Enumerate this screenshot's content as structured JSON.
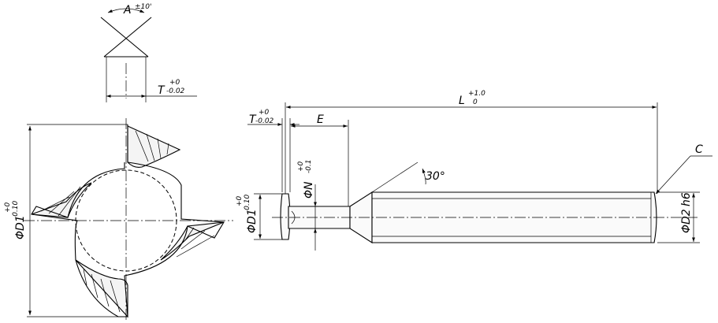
{
  "angle_dim": {
    "label": "A",
    "tol": "±10'"
  },
  "t_dim_top": {
    "label": "T",
    "tol_upper": "+0",
    "tol_lower": "-0.02"
  },
  "d1_front": {
    "label": "ΦD1",
    "tol_upper": "+0",
    "tol_lower": "-0.10"
  },
  "length_dim": {
    "label": "L",
    "tol_upper": "+1.0",
    "tol_lower": "0"
  },
  "t_dim_side": {
    "label": "T",
    "tol_upper": "+0",
    "tol_lower": "-0.02"
  },
  "e_dim": {
    "label": "E"
  },
  "n_dim": {
    "label": "ΦN",
    "tol_upper": "+0",
    "tol_lower": "-0.1"
  },
  "angle_30": {
    "label": "30°"
  },
  "chamfer": {
    "label": "C"
  },
  "d1_side": {
    "label": "ΦD1",
    "tol_upper": "+0",
    "tol_lower": "-0.10"
  },
  "d2_dim": {
    "label": "ΦD2",
    "tol": "h6"
  }
}
